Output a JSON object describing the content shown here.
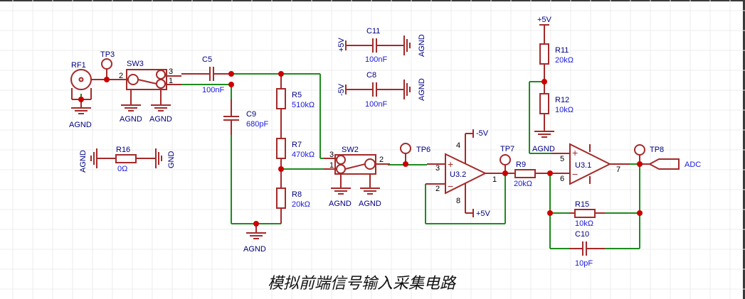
{
  "title": "模拟前端信号输入采集电路",
  "colors": {
    "wire": "#1e8c1e",
    "part": "#a52a2a",
    "junction": "#cc0000",
    "ref_text": "#000080",
    "value_text": "#1a1adc",
    "grid": "#ececec",
    "frame": "#3a3a3a"
  },
  "components": {
    "rf1": {
      "ref": "RF1"
    },
    "tp3": {
      "ref": "TP3"
    },
    "tp6": {
      "ref": "TP6"
    },
    "tp7": {
      "ref": "TP7"
    },
    "tp8": {
      "ref": "TP8"
    },
    "sw3": {
      "ref": "SW3",
      "pins": [
        "2",
        "3",
        "1"
      ]
    },
    "sw2": {
      "ref": "SW2",
      "pins": [
        "3",
        "1",
        "2"
      ]
    },
    "c5": {
      "ref": "C5",
      "value": "100nF"
    },
    "c9": {
      "ref": "C9",
      "value": "680pF"
    },
    "c11": {
      "ref": "C11",
      "value": "100nF"
    },
    "c8": {
      "ref": "C8",
      "value": "100nF"
    },
    "c10": {
      "ref": "C10",
      "value": "10pF"
    },
    "r5": {
      "ref": "R5",
      "value": "510kΩ"
    },
    "r7": {
      "ref": "R7",
      "value": "470kΩ"
    },
    "r8": {
      "ref": "R8",
      "value": "20kΩ"
    },
    "r9": {
      "ref": "R9",
      "value": "20kΩ"
    },
    "r11": {
      "ref": "R11",
      "value": "20kΩ"
    },
    "r12": {
      "ref": "R12",
      "value": "10kΩ"
    },
    "r15": {
      "ref": "R15",
      "value": "10kΩ"
    },
    "r16": {
      "ref": "R16",
      "value": "0Ω"
    },
    "u32": {
      "ref": "U3.2",
      "pins": {
        "in_plus": "3",
        "in_minus": "2",
        "out": "1",
        "vneg": "4",
        "vpos": "8"
      }
    },
    "u31": {
      "ref": "U3.1",
      "pins": {
        "in_plus": "5",
        "in_minus": "6",
        "out": "7"
      }
    },
    "adc": {
      "label": "ADC"
    }
  },
  "nets": {
    "agnd": "AGND",
    "gnd": "GND",
    "vpos": "+5V",
    "vneg": "-5V"
  },
  "opamp_symbols": {
    "plus": "+",
    "minus": "−"
  }
}
